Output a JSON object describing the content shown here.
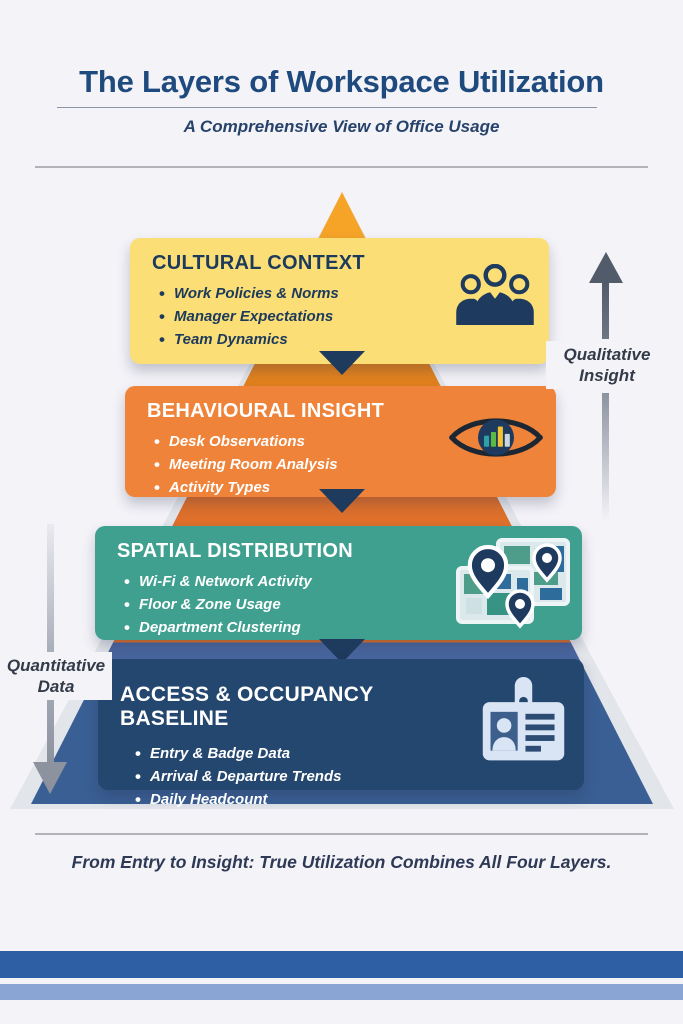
{
  "header": {
    "title": "The Layers of Workspace Utilization",
    "subtitle": "A Comprehensive View of Office Usage"
  },
  "pyramid": {
    "apex_color": "#F6A428",
    "base_color": "#3A5F94",
    "layers": [
      {
        "title": "CULTURAL CONTEXT",
        "bullets": [
          "Work Policies & Norms",
          "Manager Expectations",
          "Team Dynamics"
        ],
        "card_color": "#FBDE76",
        "text_color": "#1C3A5C",
        "icon": "people-group-icon"
      },
      {
        "title": "BEHAVIOURAL INSIGHT",
        "bullets": [
          "Desk Observations",
          "Meeting Room Analysis",
          "Activity Types"
        ],
        "card_color": "#EF8339",
        "text_color": "#FFFFFF",
        "icon": "eye-analytics-icon"
      },
      {
        "title": "SPATIAL DISTRIBUTION",
        "bullets": [
          "Wi-Fi & Network Activity",
          "Floor & Zone Usage",
          "Department Clustering"
        ],
        "card_color": "#3FA08F",
        "text_color": "#FFFFFF",
        "icon": "map-pins-icon"
      },
      {
        "title": "ACCESS & OCCUPANCY BASELINE",
        "bullets": [
          "Entry & Badge Data",
          "Arrival & Departure Trends",
          "Daily Headcount"
        ],
        "card_color": "#24476F",
        "text_color": "#FFFFFF",
        "icon": "id-badge-icon"
      }
    ]
  },
  "annotations": {
    "qualitative": {
      "line1": "Qualitative",
      "line2": "Insight",
      "direction": "up"
    },
    "quantitative": {
      "line1": "Quantitative",
      "line2": "Data",
      "direction": "down"
    }
  },
  "footer": {
    "text": "From Entry to Insight: True Utilization Combines All Four Layers."
  },
  "colors": {
    "background": "#F4F3F8",
    "title": "#1E4A7D",
    "divider": "#A6A6AE",
    "connector_triangle": "#1E3A5C",
    "bottom_bar_dark": "#2E5EA4",
    "bottom_bar_light": "#8AA5D4"
  }
}
